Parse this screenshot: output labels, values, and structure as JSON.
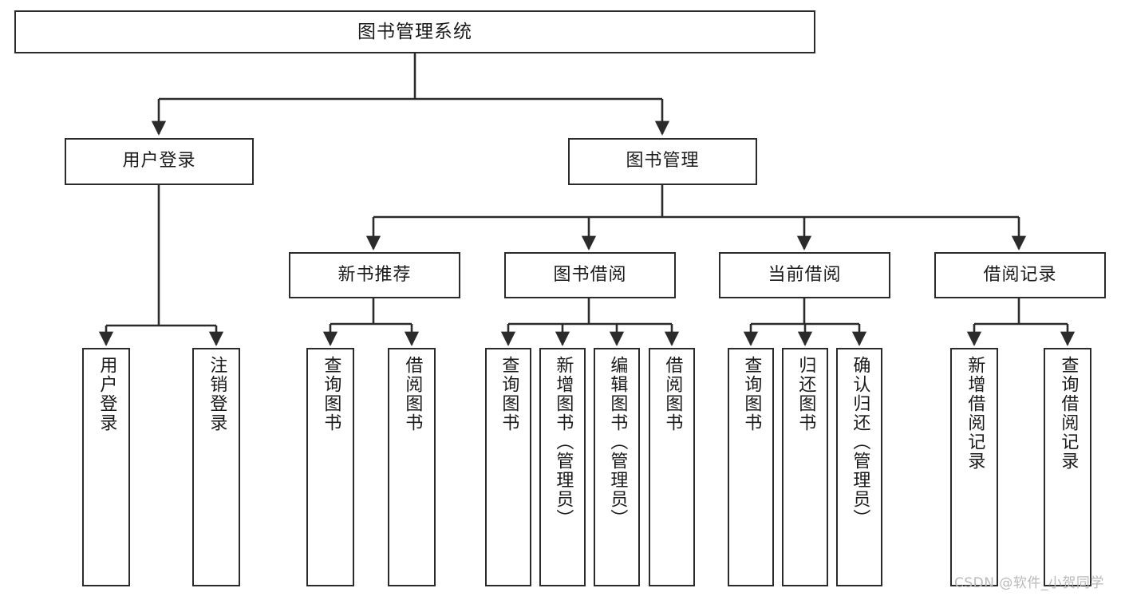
{
  "diagram": {
    "title": "图书管理系统",
    "type": "tree-structure-chart",
    "background_color": "#ffffff",
    "line_color": "#2b2b2b",
    "text_color": "#1a1a1a"
  },
  "nodes": {
    "root": {
      "label": "图书管理系统"
    },
    "level2": [
      {
        "label": "用户登录"
      },
      {
        "label": "图书管理"
      }
    ],
    "level3": [
      {
        "label": "新书推荐"
      },
      {
        "label": "图书借阅"
      },
      {
        "label": "当前借阅"
      },
      {
        "label": "借阅记录"
      }
    ],
    "leaves": {
      "user_login": [
        {
          "label": "用户登录"
        },
        {
          "label": "注销登录"
        }
      ],
      "new_book_recommend": [
        {
          "label": "查询图书"
        },
        {
          "label": "借阅图书"
        }
      ],
      "book_borrow": [
        {
          "label": "查询图书"
        },
        {
          "label": "新增图书（管理员）"
        },
        {
          "label": "编辑图书（管理员）"
        },
        {
          "label": "借阅图书"
        }
      ],
      "current_borrow": [
        {
          "label": "查询图书"
        },
        {
          "label": "归还图书"
        },
        {
          "label": "确认归还（管理员）"
        }
      ],
      "borrow_record": [
        {
          "label": "新增借阅记录"
        },
        {
          "label": "查询借阅记录"
        }
      ]
    }
  },
  "watermark": {
    "text": "CSDN @软件_小贺同学"
  }
}
